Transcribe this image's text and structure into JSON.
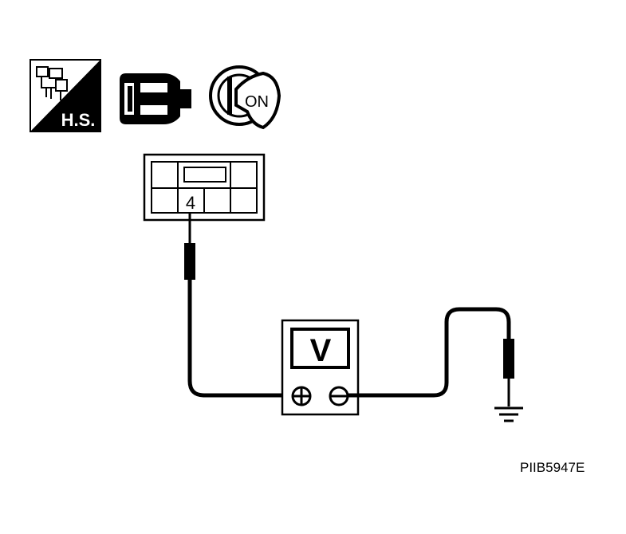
{
  "icons": {
    "harness_label": "H.S.",
    "ignition_label": "ON",
    "harness_icon": "harness-connector-icon",
    "connector_icon": "connector-icon",
    "key_icon": "ignition-key-icon"
  },
  "connector": {
    "terminal": "4"
  },
  "meter": {
    "mode": "V",
    "positive_symbol": "⊕",
    "negative_symbol": "⊖"
  },
  "figure_code": "PIIB5947E",
  "colors": {
    "ink": "#000000",
    "paper": "#ffffff"
  }
}
